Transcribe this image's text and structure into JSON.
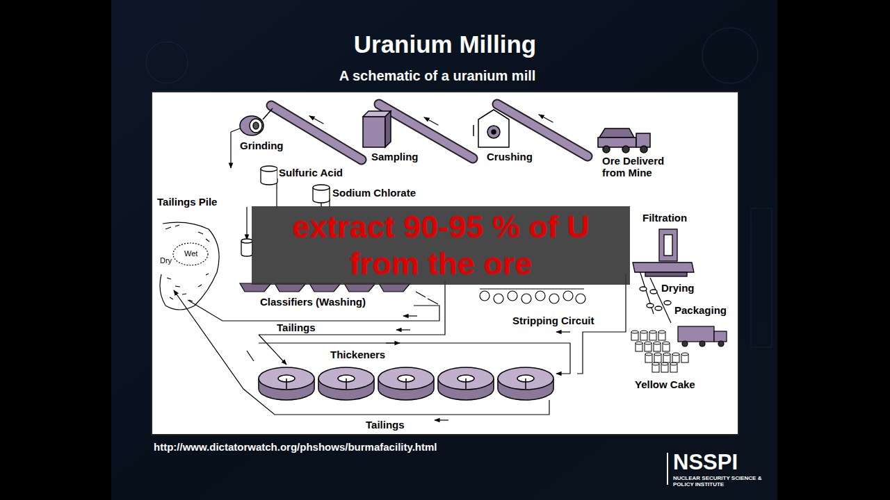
{
  "diagram": {
    "title": "Uranium Milling",
    "nodes": [
      {
        "text": [
          "extract 90-95 % of U from the ore"
        ]
      }
    ],
    "labels": [
      "A schematic of a uranium mill",
      "Grinding",
      "Sampling",
      "Crushing",
      "Ore Deliverd from Mine",
      "Sulfuric Acid",
      "Sodium Chlorate",
      "Tailings Pile",
      "Wet",
      "Dry",
      "Filtration",
      "Drying",
      "Packaging",
      "Classifiers (Washing)",
      "Tailings",
      "Stripping Circuit",
      "Thickeners",
      "Yellow Cake",
      "Tailings",
      "http://www.dictatorwatch.org/phshows/burmafacility.html",
      "NSSPI",
      "NUCLEAR SECURITY SCIENCE & POLICY INSTITUTE"
    ]
  }
}
